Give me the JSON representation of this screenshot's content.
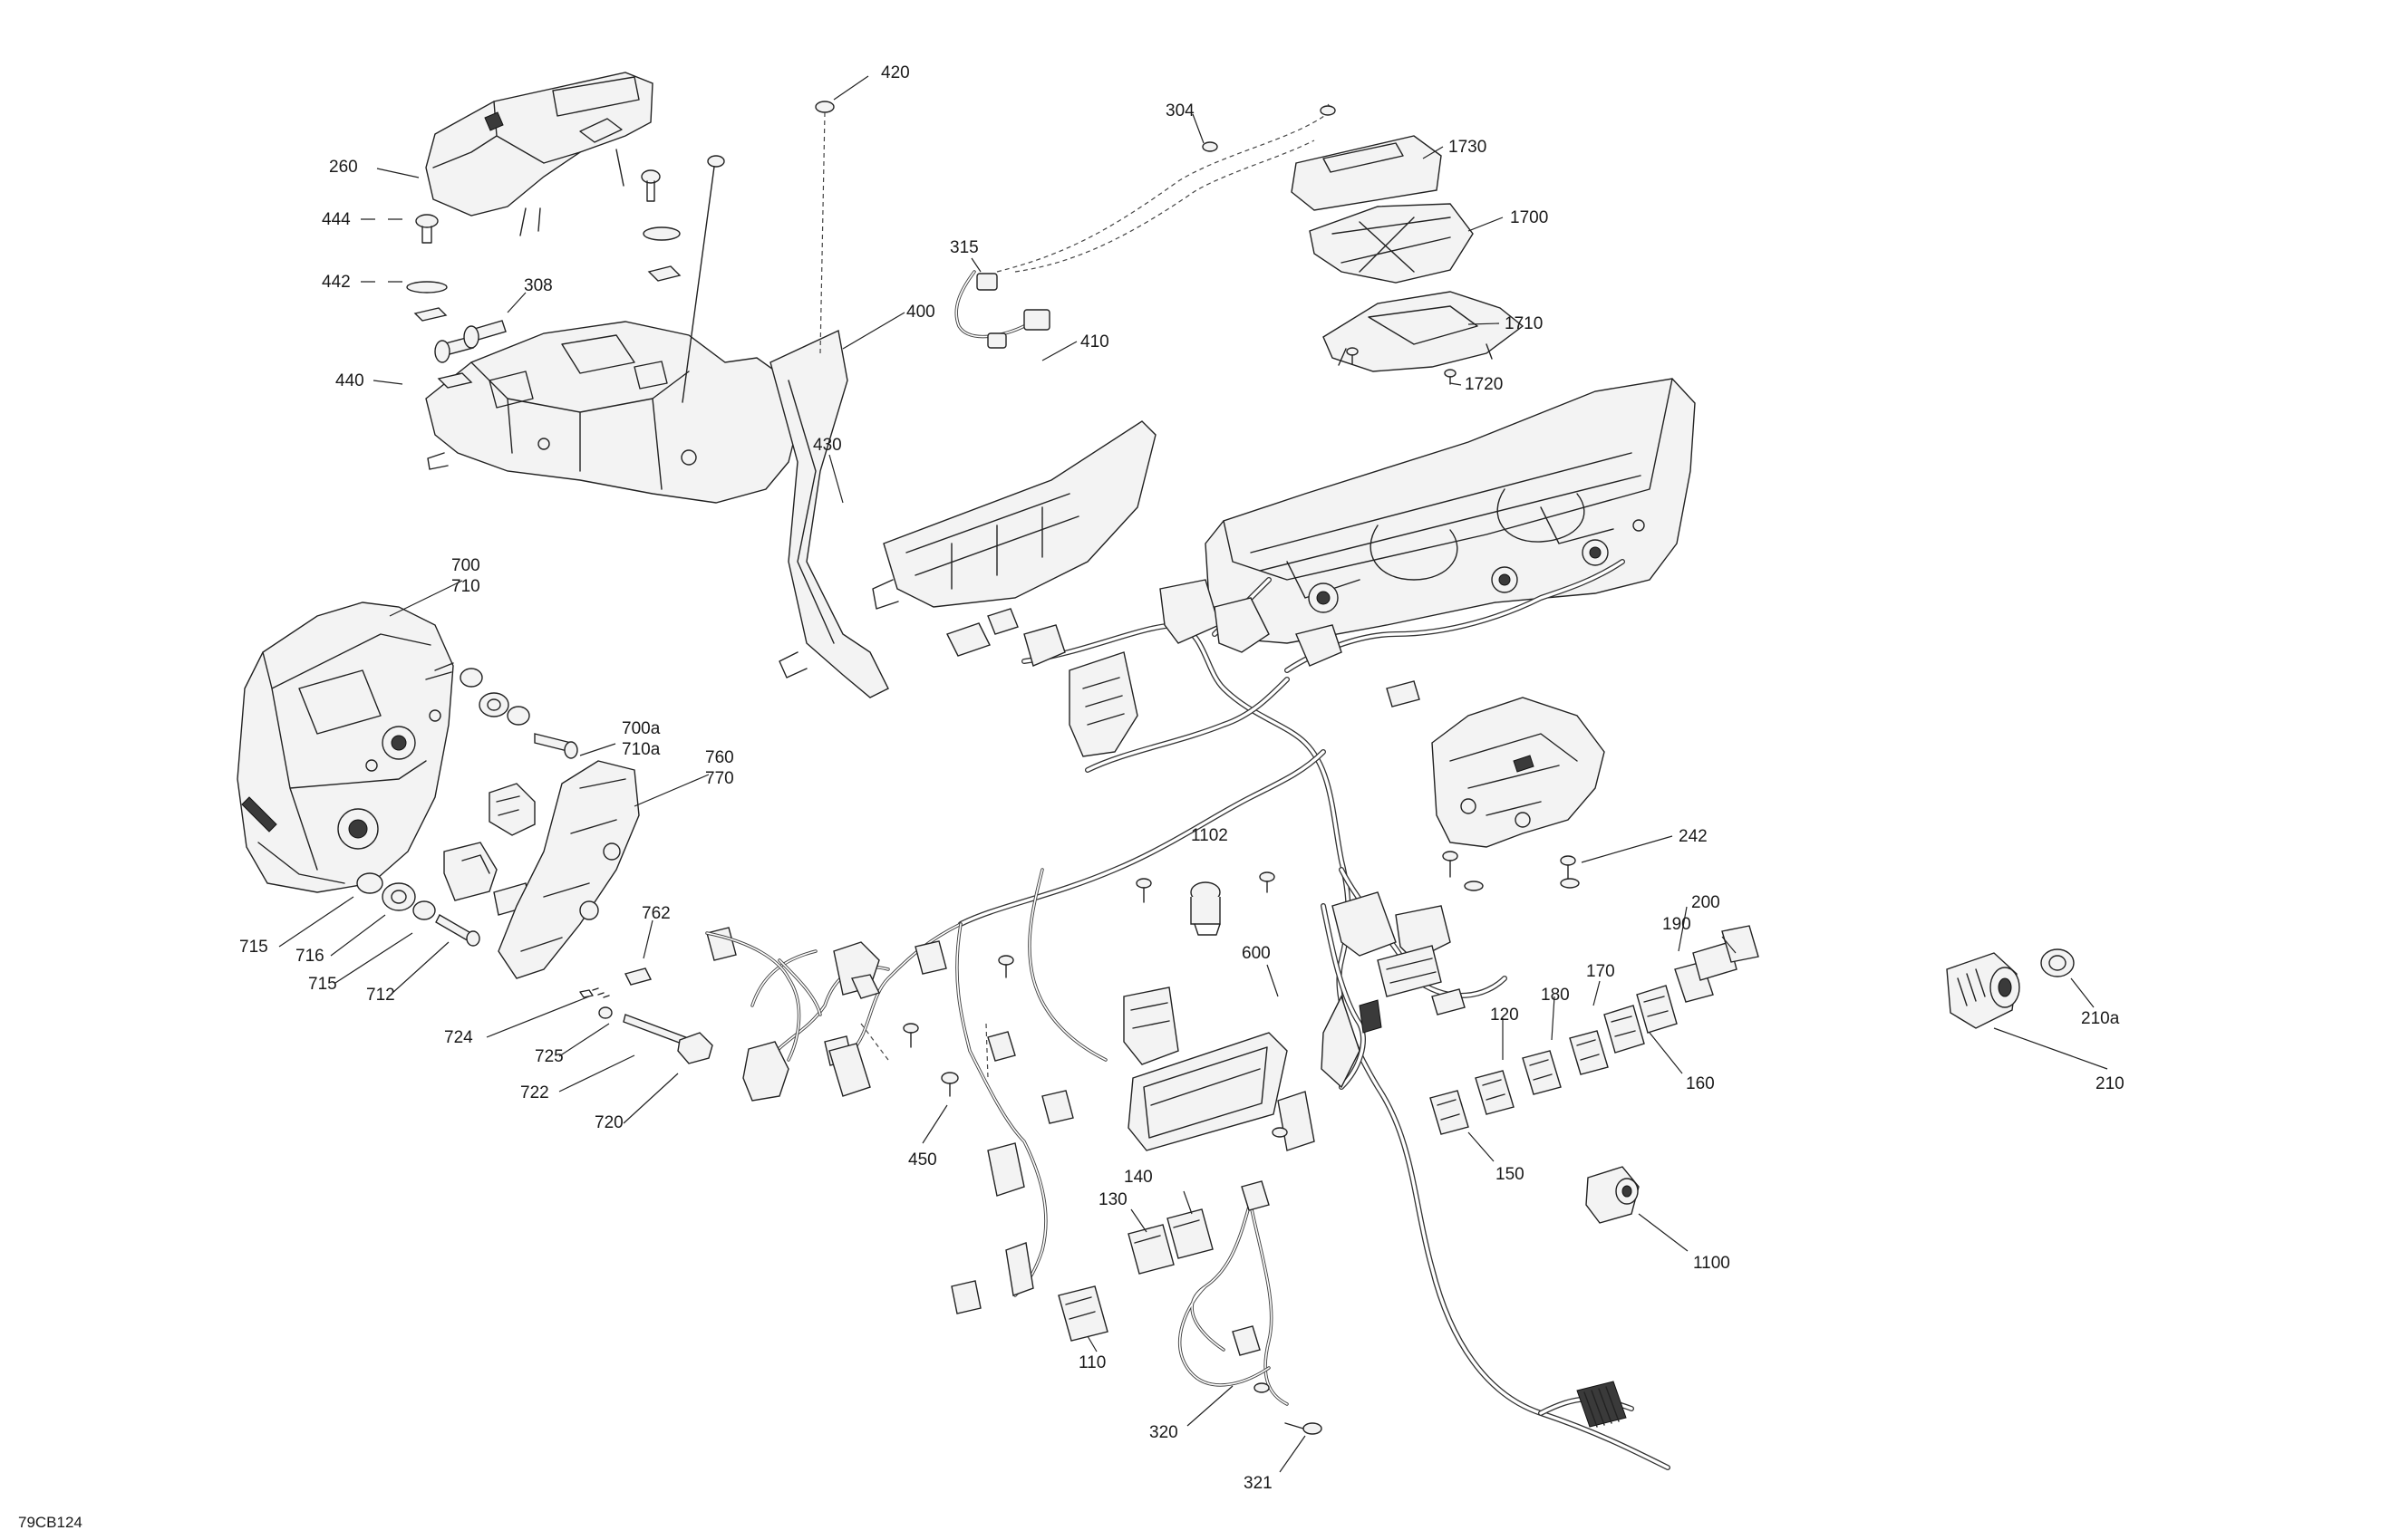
{
  "drawing_ref": "79CB124",
  "callouts": {
    "c420": "420",
    "c304": "304",
    "c1730": "1730",
    "c1700": "1700",
    "c1710": "1710",
    "c1720": "1720",
    "c260": "260",
    "c444": "444",
    "c442": "442",
    "c308": "308",
    "c440": "440",
    "c400": "400",
    "c315": "315",
    "c410": "410",
    "c430": "430",
    "c700": "700",
    "c710": "710",
    "c700a": "700a",
    "c710a": "710a",
    "c760": "760",
    "c770": "770",
    "c715a": "715",
    "c716": "716",
    "c715b": "715",
    "c712": "712",
    "c762": "762",
    "c724": "724",
    "c725": "725",
    "c722": "722",
    "c720": "720",
    "c1102": "1102",
    "c600": "600",
    "c242": "242",
    "c450": "450",
    "c200": "200",
    "c190": "190",
    "c170": "170",
    "c180": "180",
    "c120": "120",
    "c160": "160",
    "c150": "150",
    "c210a": "210a",
    "c210": "210",
    "c1100": "1100",
    "c130": "130",
    "c140": "140",
    "c110": "110",
    "c320": "320",
    "c321": "321"
  }
}
